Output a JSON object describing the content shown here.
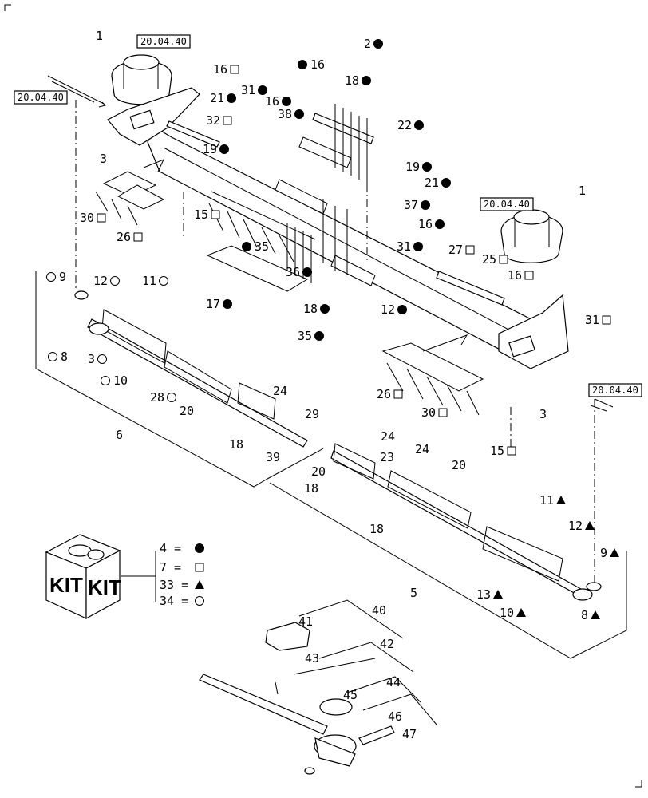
{
  "refs": {
    "r1": "20.04.40",
    "r2": "20.04.40",
    "r3": "20.04.40",
    "r4": "20.04.40"
  },
  "kit_box": {
    "word1": "KIT",
    "word2": "KIT"
  },
  "legend": [
    {
      "num": "4",
      "symbol": "circle-filled"
    },
    {
      "num": "7",
      "symbol": "square-open"
    },
    {
      "num": "33",
      "symbol": "triangle-filled"
    },
    {
      "num": "34",
      "symbol": "circle-open"
    }
  ],
  "callouts": [
    {
      "n": "1",
      "s": ""
    },
    {
      "n": "2",
      "s": "circle-filled"
    },
    {
      "n": "16",
      "s": "circle-filled"
    },
    {
      "n": "18",
      "s": "circle-filled"
    },
    {
      "n": "16",
      "s": "square-open"
    },
    {
      "n": "21",
      "s": "circle-filled"
    },
    {
      "n": "31",
      "s": "circle-filled"
    },
    {
      "n": "16",
      "s": "circle-filled"
    },
    {
      "n": "38",
      "s": "circle-filled"
    },
    {
      "n": "32",
      "s": "square-open"
    },
    {
      "n": "22",
      "s": "circle-filled"
    },
    {
      "n": "3",
      "s": ""
    },
    {
      "n": "19",
      "s": "circle-filled"
    },
    {
      "n": "19",
      "s": "circle-filled"
    },
    {
      "n": "21",
      "s": "circle-filled"
    },
    {
      "n": "1",
      "s": ""
    },
    {
      "n": "37",
      "s": "circle-filled"
    },
    {
      "n": "15",
      "s": "square-open"
    },
    {
      "n": "30",
      "s": "square-open"
    },
    {
      "n": "16",
      "s": "circle-filled"
    },
    {
      "n": "26",
      "s": "square-open"
    },
    {
      "n": "31",
      "s": "circle-filled"
    },
    {
      "n": "35",
      "s": "circle-filled"
    },
    {
      "n": "27",
      "s": "square-open"
    },
    {
      "n": "25",
      "s": "square-open"
    },
    {
      "n": "36",
      "s": "circle-filled"
    },
    {
      "n": "16",
      "s": "square-open"
    },
    {
      "n": "9",
      "s": "circle-open"
    },
    {
      "n": "12",
      "s": "circle-open"
    },
    {
      "n": "11",
      "s": "circle-open"
    },
    {
      "n": "17",
      "s": "circle-filled"
    },
    {
      "n": "18",
      "s": "circle-filled"
    },
    {
      "n": "12",
      "s": "circle-filled"
    },
    {
      "n": "31",
      "s": "square-open"
    },
    {
      "n": "35",
      "s": "circle-filled"
    },
    {
      "n": "8",
      "s": "circle-open"
    },
    {
      "n": "3",
      "s": "circle-open"
    },
    {
      "n": "10",
      "s": "circle-open"
    },
    {
      "n": "28",
      "s": "circle-open"
    },
    {
      "n": "24",
      "s": ""
    },
    {
      "n": "20",
      "s": ""
    },
    {
      "n": "29",
      "s": ""
    },
    {
      "n": "26",
      "s": "square-open"
    },
    {
      "n": "3",
      "s": ""
    },
    {
      "n": "30",
      "s": "square-open"
    },
    {
      "n": "6",
      "s": ""
    },
    {
      "n": "18",
      "s": ""
    },
    {
      "n": "39",
      "s": ""
    },
    {
      "n": "24",
      "s": ""
    },
    {
      "n": "15",
      "s": "square-open"
    },
    {
      "n": "20",
      "s": ""
    },
    {
      "n": "23",
      "s": ""
    },
    {
      "n": "24",
      "s": ""
    },
    {
      "n": "20",
      "s": ""
    },
    {
      "n": "18",
      "s": ""
    },
    {
      "n": "18",
      "s": ""
    },
    {
      "n": "11",
      "s": "triangle-filled"
    },
    {
      "n": "12",
      "s": "triangle-filled"
    },
    {
      "n": "9",
      "s": "triangle-filled"
    },
    {
      "n": "5",
      "s": ""
    },
    {
      "n": "13",
      "s": "triangle-filled"
    },
    {
      "n": "10",
      "s": "triangle-filled"
    },
    {
      "n": "8",
      "s": "triangle-filled"
    },
    {
      "n": "40",
      "s": ""
    },
    {
      "n": "41",
      "s": ""
    },
    {
      "n": "42",
      "s": ""
    },
    {
      "n": "43",
      "s": ""
    },
    {
      "n": "44",
      "s": ""
    },
    {
      "n": "45",
      "s": ""
    },
    {
      "n": "46",
      "s": ""
    },
    {
      "n": "47",
      "s": ""
    }
  ]
}
